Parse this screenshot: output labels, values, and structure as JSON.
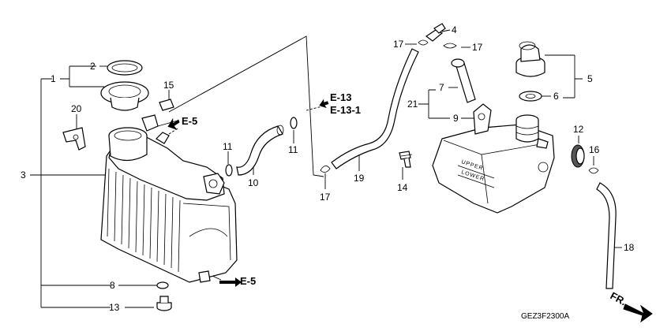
{
  "callouts": [
    {
      "id": "c1",
      "text": "1"
    },
    {
      "id": "c2",
      "text": "2"
    },
    {
      "id": "c3",
      "text": "3"
    },
    {
      "id": "c4",
      "text": "4"
    },
    {
      "id": "c5",
      "text": "5"
    },
    {
      "id": "c6",
      "text": "6"
    },
    {
      "id": "c7",
      "text": "7"
    },
    {
      "id": "c8",
      "text": "8"
    },
    {
      "id": "c9",
      "text": "9"
    },
    {
      "id": "c10",
      "text": "10"
    },
    {
      "id": "c11a",
      "text": "11"
    },
    {
      "id": "c11b",
      "text": "11"
    },
    {
      "id": "c12",
      "text": "12"
    },
    {
      "id": "c13",
      "text": "13"
    },
    {
      "id": "c14",
      "text": "14"
    },
    {
      "id": "c15",
      "text": "15"
    },
    {
      "id": "c16",
      "text": "16"
    },
    {
      "id": "c17a",
      "text": "17"
    },
    {
      "id": "c17b",
      "text": "17"
    },
    {
      "id": "c17c",
      "text": "17"
    },
    {
      "id": "c18",
      "text": "18"
    },
    {
      "id": "c19",
      "text": "19"
    },
    {
      "id": "c20",
      "text": "20"
    },
    {
      "id": "c21",
      "text": "21"
    }
  ],
  "references": {
    "e5_top": "E-5",
    "e5_bottom": "E-5",
    "e13": "E-13",
    "e13_1": "E-13-1"
  },
  "tank_labels": {
    "upper": "UPPER",
    "lower": "LOWER"
  },
  "front_marker": "FR.",
  "diagram_code": "GEZ3F2300A"
}
